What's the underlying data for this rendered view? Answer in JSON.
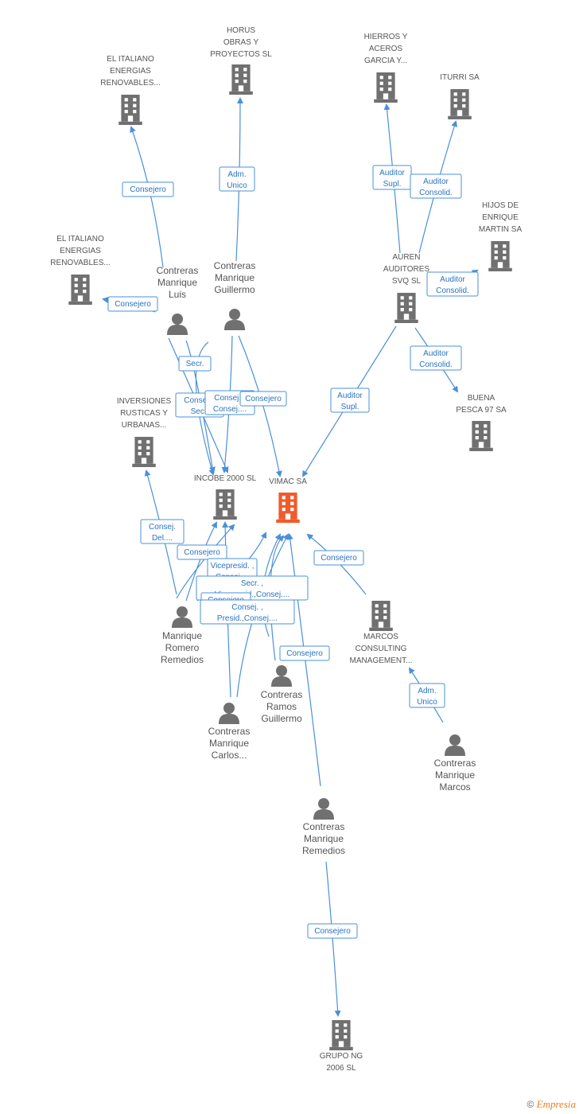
{
  "colors": {
    "edge": "#4a90d9",
    "building": "#707070",
    "main_building": "#f15a2b",
    "person": "#707070",
    "label": "#555555"
  },
  "companies": [
    {
      "id": "vimac",
      "label": [
        "VIMAC SA"
      ],
      "main": true
    },
    {
      "id": "incobe",
      "label": [
        "INCOBE 2000 SL"
      ]
    },
    {
      "id": "italiano1",
      "label": [
        "EL ITALIANO",
        "ENERGIAS",
        "RENOVABLES..."
      ]
    },
    {
      "id": "italiano2",
      "label": [
        "EL ITALIANO",
        "ENERGIAS",
        "RENOVABLES..."
      ]
    },
    {
      "id": "horus",
      "label": [
        "HORUS",
        "OBRAS Y",
        "PROYECTOS  SL"
      ]
    },
    {
      "id": "hierros",
      "label": [
        "HIERROS Y",
        "ACEROS",
        "GARCIA Y..."
      ]
    },
    {
      "id": "iturri",
      "label": [
        "ITURRI SA"
      ]
    },
    {
      "id": "hijos",
      "label": [
        "HIJOS DE",
        "ENRIQUE",
        "MARTIN SA"
      ]
    },
    {
      "id": "auren",
      "label": [
        "AUREN",
        "AUDITORES",
        "SVQ  SL"
      ]
    },
    {
      "id": "buena",
      "label": [
        "BUENA",
        "PESCA 97 SA"
      ]
    },
    {
      "id": "inversiones",
      "label": [
        "INVERSIONES",
        "RUSTICAS Y",
        "URBANAS..."
      ]
    },
    {
      "id": "marcos_consulting",
      "label": [
        "MARCOS",
        "CONSULTING",
        "MANAGEMENT..."
      ]
    },
    {
      "id": "grupo_ng",
      "label": [
        "GRUPO NG",
        "2006 SL"
      ]
    }
  ],
  "people": [
    {
      "id": "luis",
      "label": [
        "Contreras",
        "Manrique",
        "Luis"
      ]
    },
    {
      "id": "guillermo",
      "label": [
        "Contreras",
        "Manrique",
        "Guillermo"
      ]
    },
    {
      "id": "romero",
      "label": [
        "Manrique",
        "Romero",
        "Remedios"
      ]
    },
    {
      "id": "ramos",
      "label": [
        "Contreras",
        "Ramos",
        "Guillermo"
      ]
    },
    {
      "id": "carlos",
      "label": [
        "Contreras",
        "Manrique",
        "Carlos..."
      ]
    },
    {
      "id": "marcos",
      "label": [
        "Contreras",
        "Manrique",
        "Marcos"
      ]
    },
    {
      "id": "remedios",
      "label": [
        "Contreras",
        "Manrique",
        "Remedios"
      ]
    }
  ],
  "relations": [
    {
      "id": "r1",
      "label": [
        "Consejero"
      ]
    },
    {
      "id": "r2",
      "label": [
        "Adm.",
        "Unico"
      ]
    },
    {
      "id": "r3",
      "label": [
        "Auditor",
        "Supl."
      ]
    },
    {
      "id": "r4",
      "label": [
        "Auditor",
        "Consolid."
      ]
    },
    {
      "id": "r5",
      "label": [
        "Auditor",
        "Consolid."
      ]
    },
    {
      "id": "r6",
      "label": [
        "Auditor",
        "Consolid."
      ]
    },
    {
      "id": "r7",
      "label": [
        "Auditor",
        "Supl."
      ]
    },
    {
      "id": "r8",
      "label": [
        "Consejero"
      ]
    },
    {
      "id": "r9",
      "label": [
        "Secr."
      ]
    },
    {
      "id": "r10",
      "label": [
        "Consej. ,",
        "Secr."
      ]
    },
    {
      "id": "r11",
      "label": [
        "Consej. ,",
        "Consej...."
      ]
    },
    {
      "id": "r12",
      "label": [
        "Consejero"
      ]
    },
    {
      "id": "r13",
      "label": [
        "Consej.",
        "Del...."
      ]
    },
    {
      "id": "r14",
      "label": [
        "Consejero"
      ]
    },
    {
      "id": "r15",
      "label": [
        "Vicepresid. ,",
        "Consej...."
      ]
    },
    {
      "id": "r16",
      "label": [
        "Secr. ,",
        "Vicepresid.,Consej...."
      ]
    },
    {
      "id": "r17",
      "label": [
        "Consejero"
      ]
    },
    {
      "id": "r18",
      "label": [
        "Consej. ,",
        "Presid.,Consej...."
      ]
    },
    {
      "id": "r19",
      "label": [
        "Consejero"
      ]
    },
    {
      "id": "r20",
      "label": [
        "Consejero"
      ]
    },
    {
      "id": "r21",
      "label": [
        "Adm.",
        "Unico"
      ]
    },
    {
      "id": "r22",
      "label": [
        "Consejero"
      ]
    }
  ],
  "watermark": {
    "copyright": "©",
    "brand": "Empresia"
  }
}
